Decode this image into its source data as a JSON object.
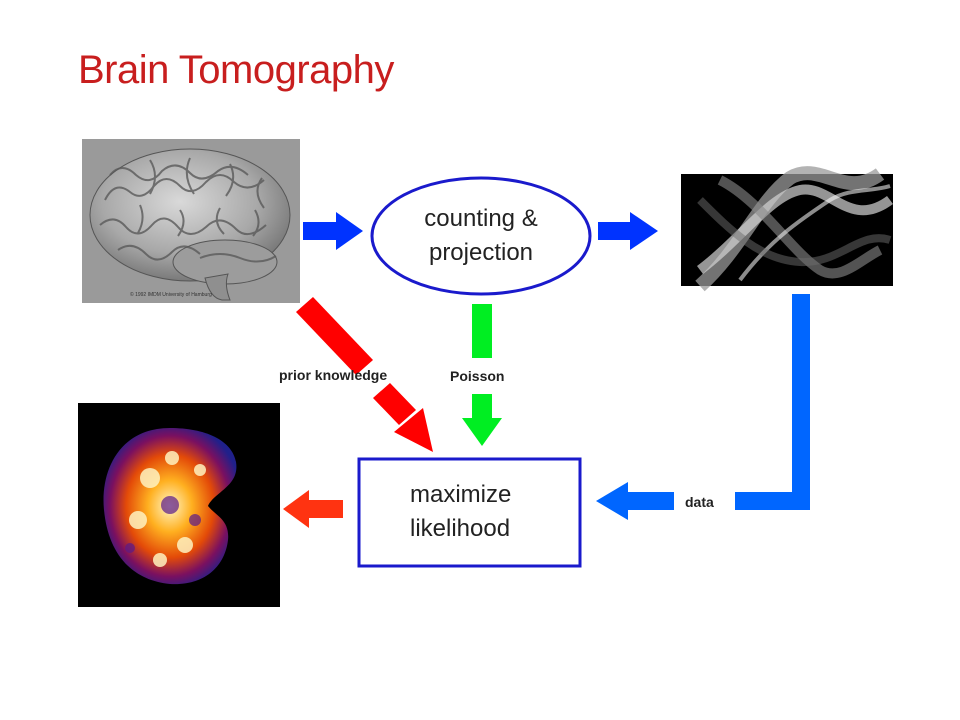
{
  "title": "Brain Tomography",
  "nodes": {
    "projection": {
      "line1": "counting &",
      "line2": "projection"
    },
    "likelihood": {
      "line1": "maximize",
      "line2": "likelihood"
    }
  },
  "edges": {
    "prior": "prior knowledge",
    "poisson": "Poisson",
    "data": "data"
  },
  "images": {
    "brain_render": {
      "caption": "© 1992 IMDM University of Hamburg"
    },
    "sinogram": {},
    "pet_reconstruction": {}
  },
  "colors": {
    "title": "#c81e1e",
    "blue_arrow": "#0033ff",
    "data_arrow": "#0066ff",
    "red_arrow": "#ff0000",
    "green_arrow": "#00ee22",
    "orange_arrow": "#ff3311",
    "node_border": "#1a1acc"
  }
}
